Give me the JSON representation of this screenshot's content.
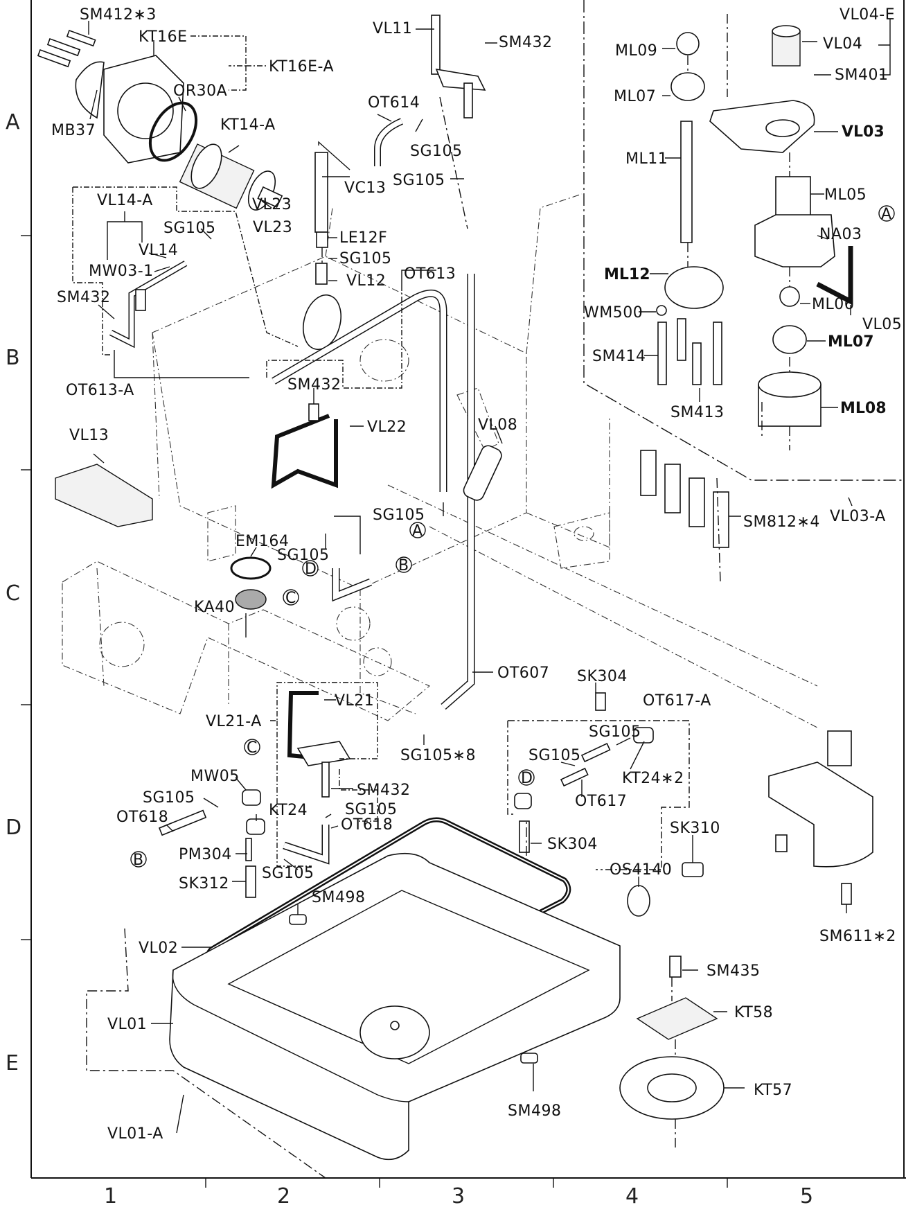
{
  "grid": {
    "rows": [
      "A",
      "B",
      "C",
      "D",
      "E"
    ],
    "cols": [
      "1",
      "2",
      "3",
      "4",
      "5"
    ]
  },
  "labels": {
    "SM412x3": "SM412∗3",
    "KT16E": "KT16E",
    "KT16E_A": "KT16E-A",
    "OR30A": "OR30A",
    "KT14_A": "KT14-A",
    "MB37": "MB37",
    "VL23": "VL23",
    "VL11": "VL11",
    "SM432_top": "SM432",
    "OT614": "OT614",
    "SG105_a": "SG105",
    "SG105_b": "SG105",
    "VC13": "VC13",
    "LE12F": "LE12F",
    "SG105_c": "SG105",
    "VL12": "VL12",
    "OT613": "OT613",
    "VL14_A": "VL14-A",
    "SG105_d": "SG105",
    "VL14": "VL14",
    "MW03_1": "MW03-1",
    "SM432_left": "SM432",
    "OT613_A": "OT613-A",
    "SM432_mid": "SM432",
    "VL22": "VL22",
    "VL13": "VL13",
    "VL08": "VL08",
    "SG105_e": "SG105",
    "EM164": "EM164",
    "SG105_f": "SG105",
    "KA40": "KA40",
    "OT607": "OT607",
    "VL21": "VL21",
    "VL21_A": "VL21-A",
    "SG105x8": "SG105∗8",
    "MW05": "MW05",
    "SG105_g": "SG105",
    "OT618_a": "OT618",
    "KT24": "KT24",
    "SG105_h": "SG105",
    "OT618_b": "OT618",
    "SM432_low": "SM432",
    "PM304": "PM304",
    "SG105_i": "SG105",
    "SK312": "SK312",
    "SK304_top": "SK304",
    "OT617_A": "OT617-A",
    "SG105_j": "SG105",
    "SG105_k": "SG105",
    "KT24x2": "KT24∗2",
    "OT617": "OT617",
    "SK304_low": "SK304",
    "SK310": "SK310",
    "OS4140": "OS4140",
    "SM498_a": "SM498",
    "VL02": "VL02",
    "VL01": "VL01",
    "SM498_b": "SM498",
    "VL01_A": "VL01-A",
    "SM435": "SM435",
    "KT58": "KT58",
    "KT57": "KT57",
    "SM611x2": "SM611∗2",
    "VL04_E": "VL04-E",
    "ML09": "ML09",
    "VL04": "VL04",
    "SM401": "SM401",
    "ML07_top": "ML07",
    "VL03": "VL03",
    "ML11": "ML11",
    "ML05": "ML05",
    "NA03": "NA03",
    "ML12": "ML12",
    "WM500": "WM500",
    "ML06": "ML06",
    "VL05": "VL05",
    "ML07_mid": "ML07",
    "SM414": "SM414",
    "SM413": "SM413",
    "ML08": "ML08",
    "SM812x4": "SM812∗4",
    "VL03_A": "VL03-A"
  },
  "refs": {
    "A": "A",
    "B": "B",
    "C": "C",
    "D": "D"
  }
}
